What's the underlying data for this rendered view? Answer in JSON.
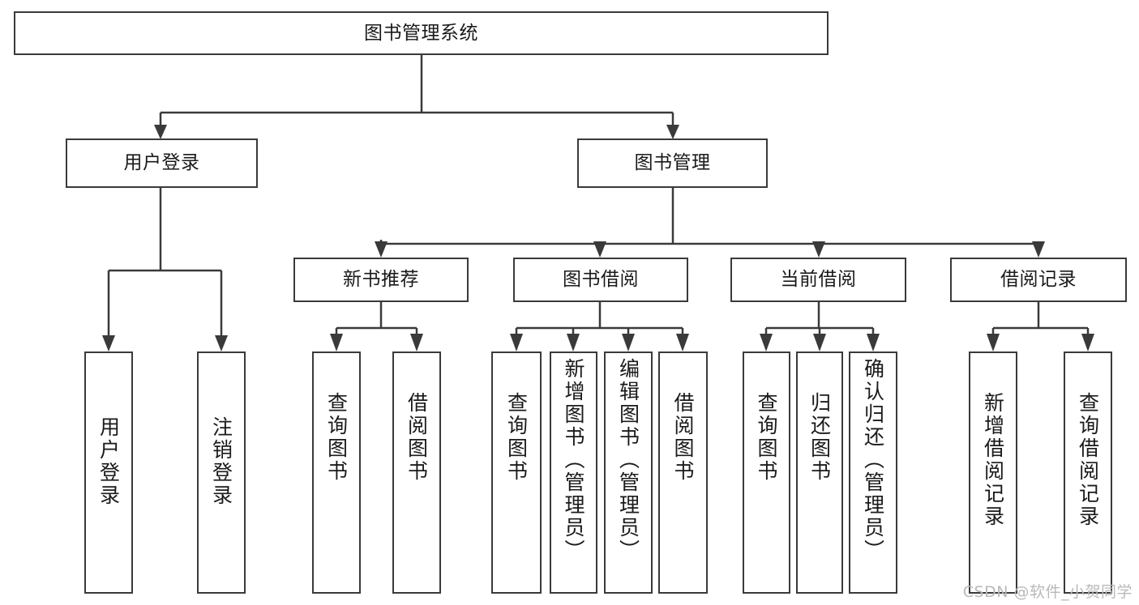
{
  "diagram": {
    "type": "tree-hierarchy",
    "title": "图书管理系统",
    "root": {
      "label": "图书管理系统"
    },
    "level2": [
      {
        "label": "用户登录"
      },
      {
        "label": "图书管理"
      }
    ],
    "level3": [
      {
        "label": "新书推荐"
      },
      {
        "label": "图书借阅"
      },
      {
        "label": "当前借阅"
      },
      {
        "label": "借阅记录"
      }
    ],
    "leaves": {
      "user_login": [
        {
          "label": "用户登录"
        },
        {
          "label": "注销登录"
        }
      ],
      "new_book_recommend": [
        {
          "label": "查询图书"
        },
        {
          "label": "借阅图书"
        }
      ],
      "book_borrow": [
        {
          "label": "查询图书"
        },
        {
          "label": "新增图书（管理员）"
        },
        {
          "label": "编辑图书（管理员）"
        },
        {
          "label": "借阅图书"
        }
      ],
      "current_borrow": [
        {
          "label": "查询图书"
        },
        {
          "label": "归还图书"
        },
        {
          "label": "确认归还（管理员）"
        }
      ],
      "borrow_record": [
        {
          "label": "新增借阅记录"
        },
        {
          "label": "查询借阅记录"
        }
      ]
    }
  },
  "watermark": {
    "text": "CSDN @软件_小贺同学"
  },
  "colors": {
    "border": "#3a3a3a",
    "background": "#ffffff",
    "text": "#1a1a1a",
    "watermark": "#b9b9b9"
  }
}
